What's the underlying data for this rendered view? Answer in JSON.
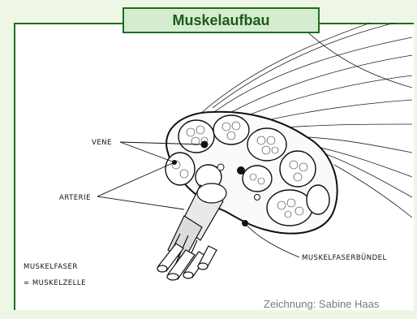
{
  "title": "Muskelaufbau",
  "labels": {
    "vene": "VENE",
    "arterie": "ARTERIE",
    "muskelfaserbuendel": "MUSKELFASERBÜNDEL",
    "muskelfaser": "MUSKELFASER",
    "muskelzelle": "= MUSKELZELLE"
  },
  "credit": "Zeichnung: Sabine Haas",
  "colors": {
    "frame": "#1f6e1b",
    "title_bg": "#d5ecd0",
    "title_text": "#1a5d17",
    "background": "#eef6e6"
  }
}
